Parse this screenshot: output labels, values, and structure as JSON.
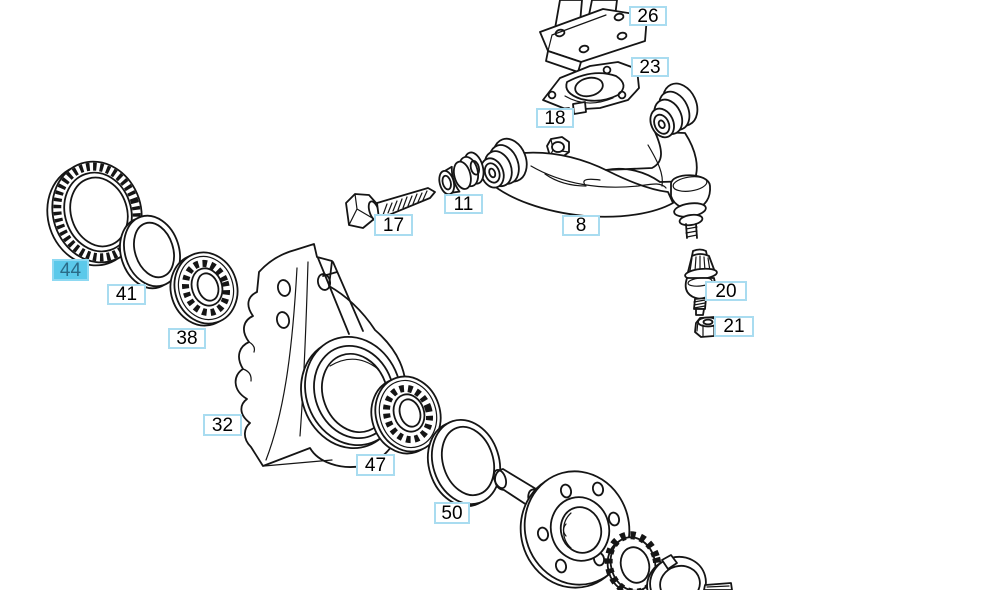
{
  "diagram": {
    "kind": "exploded-parts-line-drawing",
    "background_color": "#ffffff",
    "line_color": "#151515",
    "label_style": {
      "background": "#ffffff",
      "border_color": "#a9dcf0",
      "text_color": "#000000"
    },
    "highlight_style": {
      "background": "#5bc9ea",
      "border_color": "#8ed9f2",
      "text_color": "#2a6b88"
    },
    "selected_part": "44"
  },
  "labels": [
    {
      "text": "26",
      "highlighted": false
    },
    {
      "text": "23",
      "highlighted": false
    },
    {
      "text": "18",
      "highlighted": false
    },
    {
      "text": "11",
      "highlighted": false
    },
    {
      "text": "17",
      "highlighted": false
    },
    {
      "text": "8",
      "highlighted": false
    },
    {
      "text": "20",
      "highlighted": false
    },
    {
      "text": "21",
      "highlighted": false
    },
    {
      "text": "44",
      "highlighted": true
    },
    {
      "text": "41",
      "highlighted": false
    },
    {
      "text": "38",
      "highlighted": false
    },
    {
      "text": "32",
      "highlighted": false
    },
    {
      "text": "47",
      "highlighted": false
    },
    {
      "text": "50",
      "highlighted": false
    }
  ]
}
